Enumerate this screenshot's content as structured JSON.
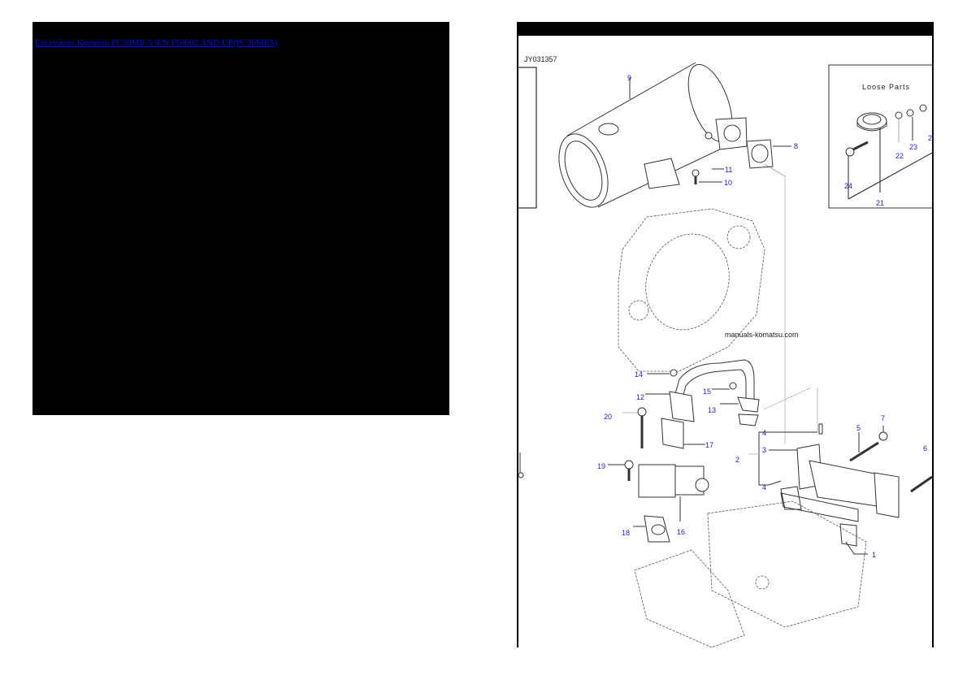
{
  "left_panel": {
    "link_text": "Excavators Komatsu PC30MR-5 S/N F50002 AND UP(PC30MR5)"
  },
  "diagram": {
    "figure_id": "JY031357",
    "loose_parts_title": "Loose Parts",
    "watermark": "manuals-komatsu.com",
    "callouts": {
      "c1": "1",
      "c2": "2",
      "c3": "3",
      "c4a": "4",
      "c4b": "4",
      "c5": "5",
      "c6": "6",
      "c7": "7",
      "c8": "8",
      "c9": "9",
      "c10": "10",
      "c11": "11",
      "c12": "12",
      "c13": "13",
      "c14": "14",
      "c15": "15",
      "c16": "16",
      "c17": "17",
      "c18": "18",
      "c19": "19",
      "c20": "20",
      "c21": "21",
      "c22": "22",
      "c23": "23",
      "c24": "24",
      "c2b": "2"
    }
  }
}
